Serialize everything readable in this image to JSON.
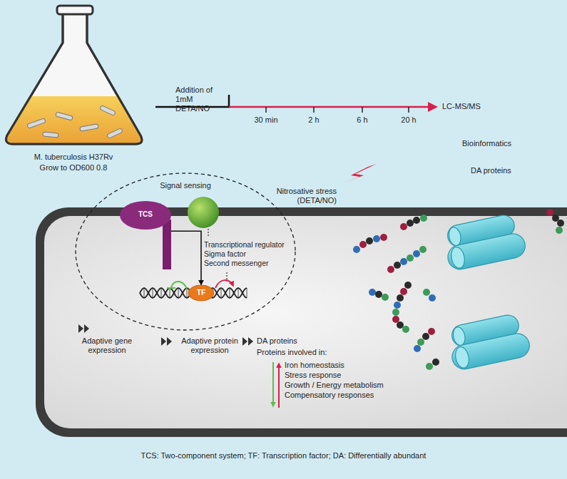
{
  "diagram": {
    "caption": "TCS: Two-component system; TF: Transcription factor; DA: Differentially abundant",
    "nodes": [
      {
        "text": [
          "Signal sensing"
        ]
      },
      {
        "text": [
          "TCS"
        ],
        "in": 0
      },
      {
        "text": [
          "TF"
        ],
        "in": 0
      }
    ],
    "edges": [
      {
        "from": 1,
        "to": 2,
        "arrow": "to"
      }
    ],
    "labels": [
      "Addition of 1mM DETA/NO",
      "30 min",
      "2 h",
      "6 h",
      "20 h",
      "LC-MS/MS",
      "Bioinformatics",
      "DA proteins",
      "M. tuberculosis H37Rv",
      "Grow to OD600 0.8",
      "Nitrosative stress (DETA/NO)",
      "Transcriptional regulator",
      "Sigma factor",
      "Second messenger",
      "Adaptive gene expression",
      "Adaptive protein expression",
      "DA proteins",
      "Proteins involved in:",
      "Iron homeostasis",
      "Stress response",
      "Growth / Energy metabolism",
      "Compensatory responses"
    ]
  }
}
